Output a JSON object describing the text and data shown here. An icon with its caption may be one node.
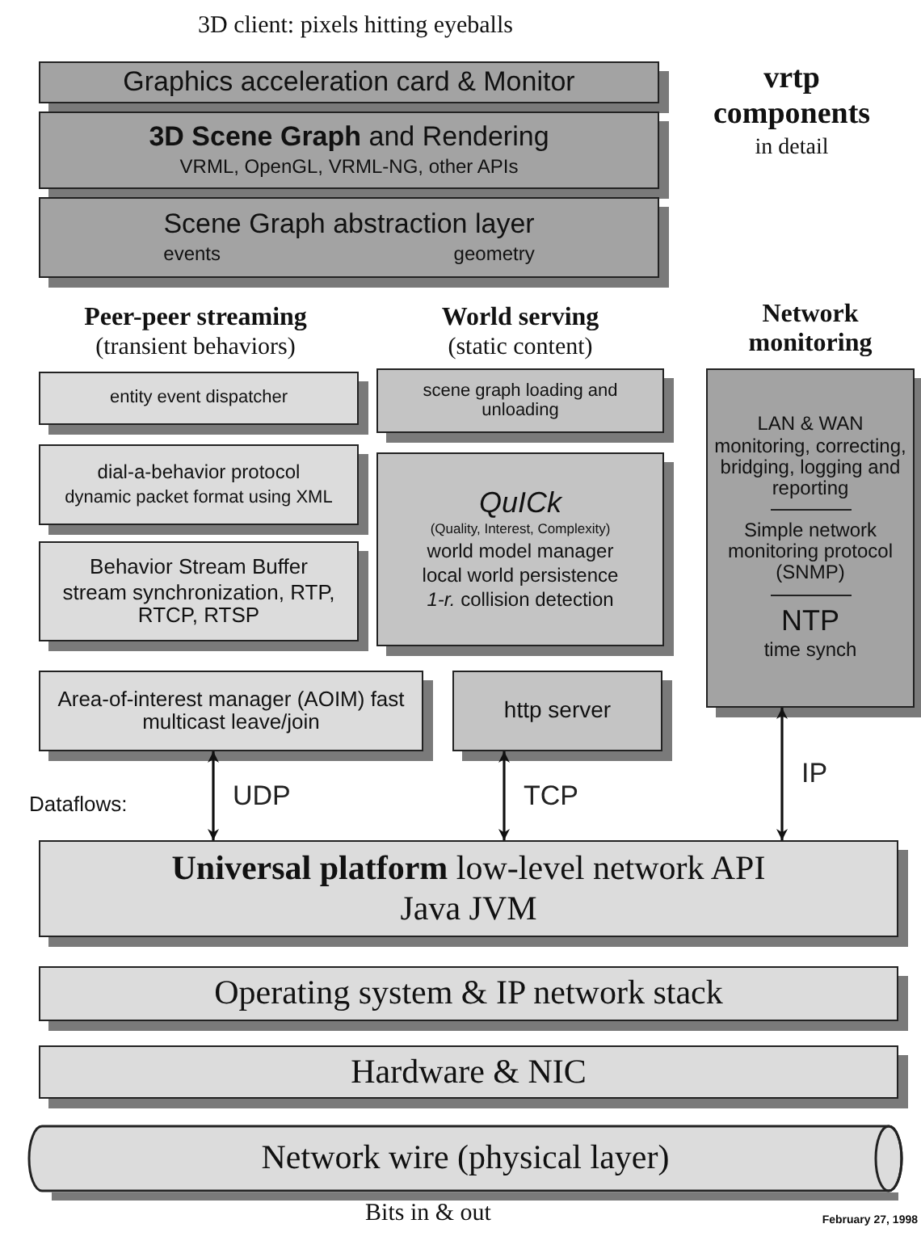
{
  "diagram": {
    "nodes": [
      {
        "text": [
          "Graphics acceleration card & Monitor"
        ]
      },
      {
        "text": [
          "**3D Scene Graph** and Rendering",
          "VRML, OpenGL, VRML-NG, other APIs"
        ]
      },
      {
        "text": [
          "Scene Graph abstraction layer",
          "events",
          "geometry"
        ]
      },
      {
        "text": [
          "entity event dispatcher"
        ]
      },
      {
        "text": [
          "dial-a-behavior protocol",
          "dynamic packet format using XML"
        ]
      },
      {
        "text": [
          "Behavior Stream Buffer",
          "stream synchronization, RTP, RTCP, RTSP"
        ]
      },
      {
        "text": [
          "scene graph loading and unloading"
        ]
      },
      {
        "text": [
          "QuICk",
          "(Quality, Interest, Complexity)",
          "world model manager",
          "local world persistence",
          "*1-r.* collision detection"
        ]
      },
      {
        "text": [
          "LAN & WAN monitoring, correcting, bridging, logging and reporting",
          "Simple network monitoring protocol (SNMP)",
          "NTP",
          "time synch"
        ]
      },
      {
        "text": [
          "Area-of-interest manager (AOIM) fast multicast leave/join"
        ]
      },
      {
        "text": [
          "http server"
        ]
      },
      {
        "text": [
          "**Universal platform** low-level network API",
          "Java JVM"
        ]
      },
      {
        "text": [
          "Operating system & IP network stack"
        ]
      },
      {
        "text": [
          "Hardware & NIC"
        ]
      },
      {
        "text": [
          "Network wire (physical layer)"
        ]
      }
    ],
    "edges": [
      {
        "from": 9,
        "to": 11,
        "arrow": "both",
        "label": "UDP"
      },
      {
        "from": 10,
        "to": 11,
        "arrow": "both",
        "label": "TCP"
      },
      {
        "from": 8,
        "to": 11,
        "arrow": "both",
        "label": "IP"
      }
    ],
    "labels": [
      "3D client: pixels hitting eyeballs",
      "vrtp components",
      "in detail",
      "Peer-peer streaming",
      "(transient behaviors)",
      "World serving",
      "(static content)",
      "Network monitoring",
      "Dataflows:",
      "Bits in & out",
      "February 27, 1998"
    ]
  }
}
